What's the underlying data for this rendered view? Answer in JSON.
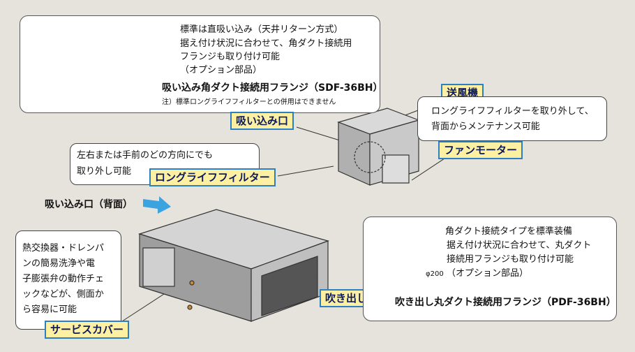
{
  "intake_panel": {
    "standard_note": "標準は直吸い込み（天井リターン方式）",
    "option_line1": "据え付け状況に合わせて、角ダクト接続用",
    "option_line2": "フランジも取り付け可能",
    "option_line3": "（オプション部品）",
    "product_name": "吸い込み角ダクト接続用フランジ（SDF-36BH）",
    "footnote": "注）標準ロングライフフィルターとの併用はできません"
  },
  "labels": {
    "intake": "吸い込み口",
    "blower": "送風機",
    "fan_motor": "ファンモーター",
    "long_life_filter": "ロングライフフィルター",
    "outlet": "吹き出し口",
    "service_cover": "サービスカバー"
  },
  "blower_callout": {
    "line1": "ロングライフフィルターを取り外して、",
    "line2": "背面からメンテナンス可能"
  },
  "filter_callout": {
    "line1": "左右または手前のどの方向にでも",
    "line2": "取り外し可能"
  },
  "rear_intake_label": "吸い込み口（背面）",
  "service_callout": {
    "lines": [
      "熱交換器・ドレンパ",
      "ンの簡易洗浄や電",
      "子膨張弁の動作チェ",
      "ックなどが、側面か",
      "ら容易に可能"
    ]
  },
  "outlet_panel": {
    "standard_note": "角ダクト接続タイプを標準装備",
    "option_line1": "据え付け状況に合わせて、丸ダクト",
    "option_line2": "接続用フランジも取り付け可能",
    "option_line3": "（オプション部品）",
    "diameter": "φ200",
    "product_name": "吹き出し丸ダクト接続用フランジ（PDF-36BH）"
  },
  "colors": {
    "background": "#e6e3dc",
    "tag_fill": "#fdf0a2",
    "tag_border": "#2d7fc4",
    "arrow": "#3aa3e0"
  }
}
